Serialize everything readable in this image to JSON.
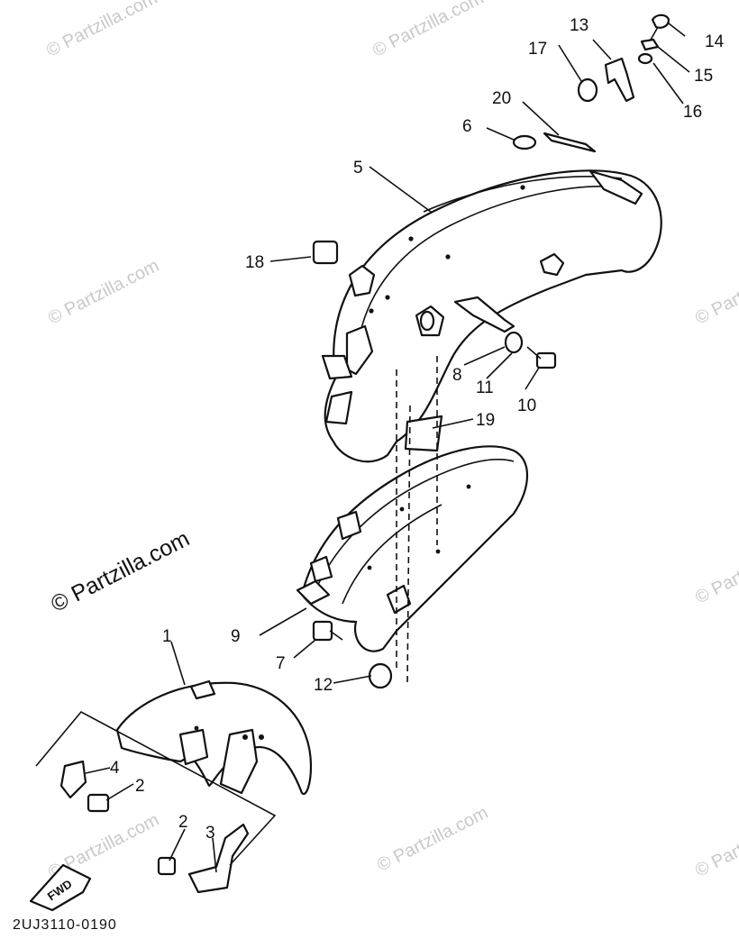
{
  "watermark": {
    "text": "© Partzilla.com"
  },
  "diagram_code": "2UJ3110-0190",
  "fwd_label": "FWD",
  "callouts": {
    "c1": "1",
    "c2a": "2",
    "c2b": "2",
    "c3": "3",
    "c4": "4",
    "c5": "5",
    "c6": "6",
    "c7": "7",
    "c8": "8",
    "c9": "9",
    "c10": "10",
    "c11": "11",
    "c12": "12",
    "c13": "13",
    "c14": "14",
    "c15": "15",
    "c16": "16",
    "c17": "17",
    "c18": "18",
    "c19": "19",
    "c20": "20"
  }
}
